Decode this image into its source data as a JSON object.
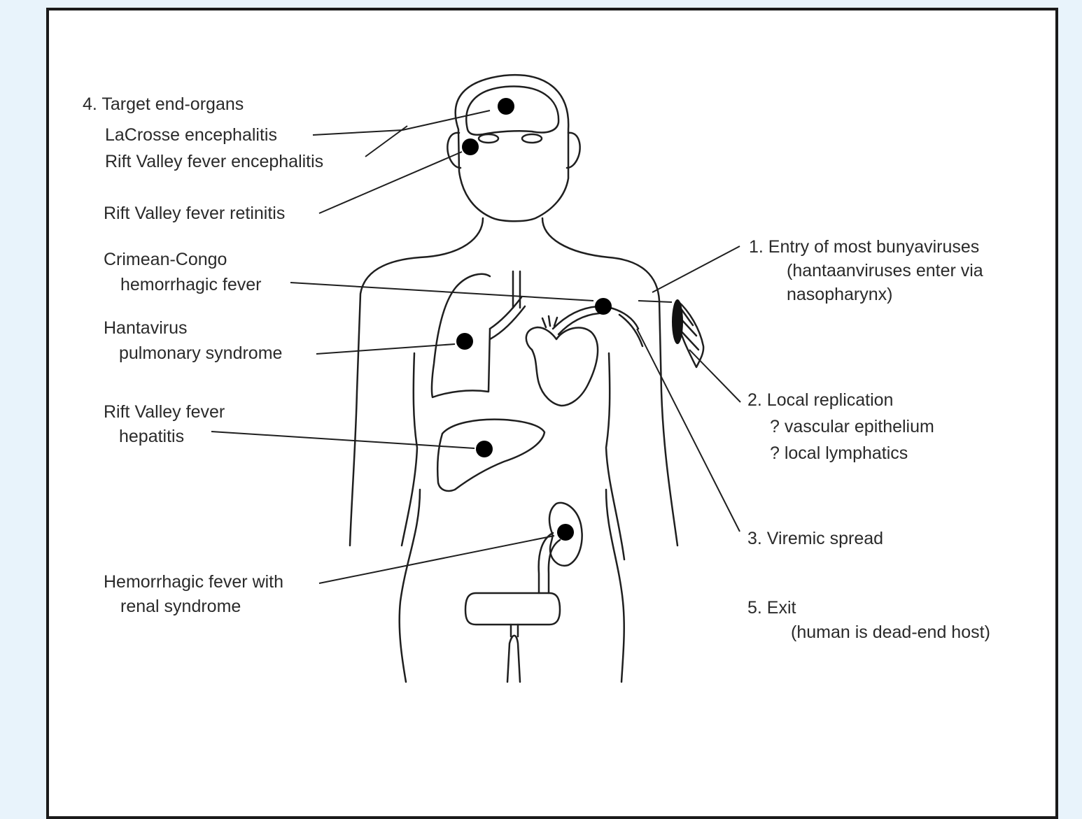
{
  "colors": {
    "background": "#e8f3fb",
    "frame": "#1a1a1a",
    "ink": "#1f1f1f"
  },
  "labels": {
    "target_organs": "4. Target end-organs",
    "lacrosse": "LaCrosse encephalitis",
    "rvf_encephalitis": "Rift Valley fever encephalitis",
    "rvf_retinitis": "Rift Valley fever retinitis",
    "cchf_1": "Crimean-Congo",
    "cchf_2": "hemorrhagic fever",
    "hps_1": "Hantavirus",
    "hps_2": "pulmonary syndrome",
    "rvf_hep_1": "Rift Valley fever",
    "rvf_hep_2": "hepatitis",
    "hfrs_1": "Hemorrhagic fever with",
    "hfrs_2": "renal syndrome",
    "entry_1": "1. Entry of most bunyaviruses",
    "entry_2": "(hantaanviruses enter via",
    "entry_3": "nasopharynx)",
    "local_1": "2. Local replication",
    "local_2": "? vascular epithelium",
    "local_3": "? local lymphatics",
    "viremic": "3. Viremic spread",
    "exit_1": "5. Exit",
    "exit_2": "(human is dead-end host)"
  }
}
